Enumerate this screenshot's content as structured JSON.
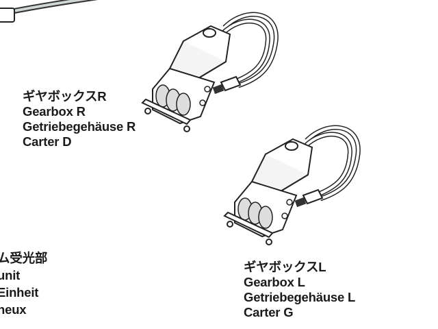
{
  "labels": {
    "gearbox_r": {
      "jp": "ギヤボックスR",
      "en": "Gearbox R",
      "de": "Getriebegehäuse R",
      "fr": "Carter D"
    },
    "gearbox_l": {
      "jp": "ギヤボックスL",
      "en": "Gearbox L",
      "de": "Getriebegehäuse L",
      "fr": "Carter G"
    },
    "receiver_unit_partial": {
      "jp": "ム受光部",
      "en": "unit",
      "de": "Einheit",
      "fr": "neux"
    }
  },
  "colors": {
    "ink": "#1a1a1a",
    "paper": "#ffffff"
  }
}
